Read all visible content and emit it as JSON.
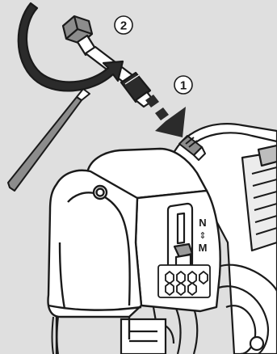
{
  "steps": [
    {
      "number": "1"
    },
    {
      "number": "2"
    }
  ],
  "switch": {
    "top_mark": "N",
    "bottom_mark": "M",
    "arrow_glyph": "⇕"
  },
  "colors": {
    "background": "#dfdfdf",
    "outline": "#1a1a1a",
    "body_fill": "#ffffff",
    "dark_fill": "#2b2b2b",
    "grey_fill": "#8c8c8c"
  },
  "icons": [
    "screwdriver-icon",
    "hex-socket-icon",
    "rotation-arrow-icon",
    "insert-arrow-icon"
  ]
}
